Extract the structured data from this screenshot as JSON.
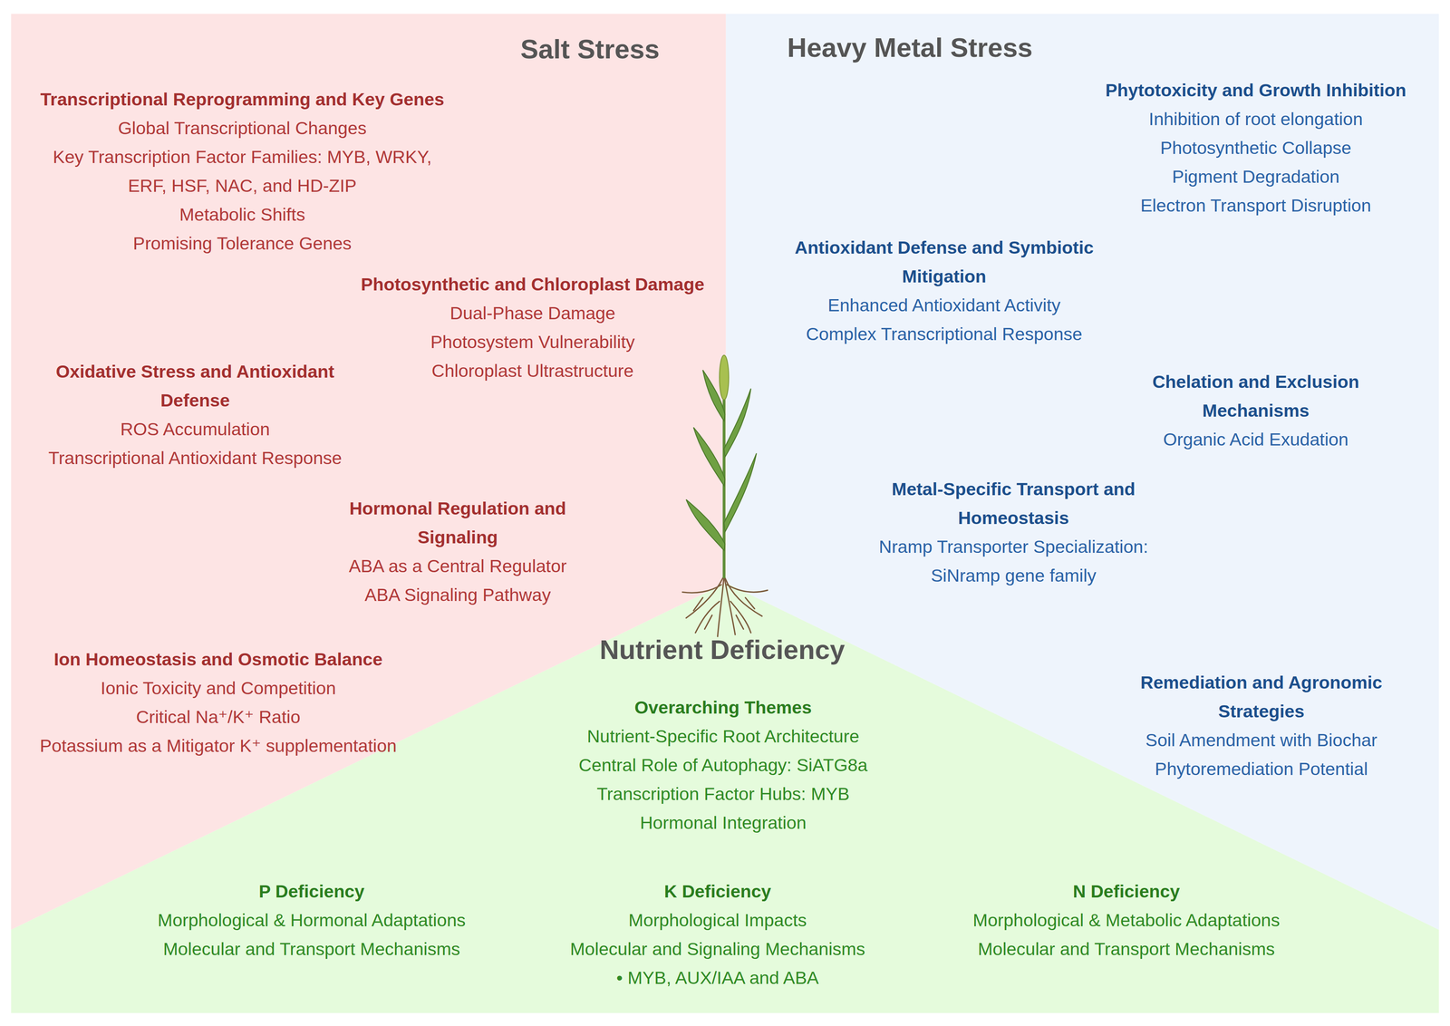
{
  "diagram": {
    "nodes": [
      {
        "text": [
          "Salt Stress",
          "Transcriptional Reprogramming and Key Genes",
          "Global Transcriptional Changes",
          "Key Transcription Factor Families: MYB, WRKY, ERF, HSF, NAC, and HD-ZIP",
          "Metabolic Shifts",
          "Promising Tolerance Genes",
          "Photosynthetic and Chloroplast Damage",
          "Dual-Phase Damage",
          "Photosystem Vulnerability",
          "Chloroplast Ultrastructure",
          "Oxidative Stress and Antioxidant Defense",
          "ROS Accumulation",
          "Transcriptional Antioxidant Response",
          "Hormonal Regulation and Signaling",
          "ABA as a Central Regulator",
          "ABA Signaling Pathway",
          "Ion Homeostasis and Osmotic Balance",
          "Ionic Toxicity and Competition",
          "Critical Na⁺/K⁺ Ratio",
          "Potassium as a Mitigator K⁺ supplementation"
        ]
      },
      {
        "text": [
          "Heavy Metal Stress",
          "Phytotoxicity and Growth Inhibition",
          "Inhibition of root elongation",
          "Photosynthetic Collapse",
          "Pigment Degradation",
          "Electron Transport Disruption",
          "Antioxidant Defense and Symbiotic Mitigation",
          "Enhanced Antioxidant Activity",
          "Complex Transcriptional Response",
          "Chelation and Exclusion Mechanisms",
          "Organic Acid Exudation",
          "Metal-Specific Transport and Homeostasis",
          "Nramp Transporter Specialization: SiNramp gene family",
          "Remediation and Agronomic Strategies",
          "Soil Amendment with Biochar",
          "Phytoremediation Potential"
        ]
      },
      {
        "text": [
          "Nutrient Deficiency",
          "Overarching Themes",
          "Nutrient-Specific Root Architecture",
          "Central Role of Autophagy: SiATG8a",
          "Transcription Factor Hubs: MYB",
          "Hormonal Integration",
          "P Deficiency",
          "Morphological & Hormonal Adaptations",
          "Molecular and Transport Mechanisms",
          "K Deficiency",
          "Morphological Impacts",
          "Molecular and Signaling Mechanisms",
          "• MYB, AUX/IAA and ABA",
          "N Deficiency",
          "Morphological & Metabolic Adaptations",
          "Molecular and Transport Mechanisms"
        ]
      }
    ]
  }
}
